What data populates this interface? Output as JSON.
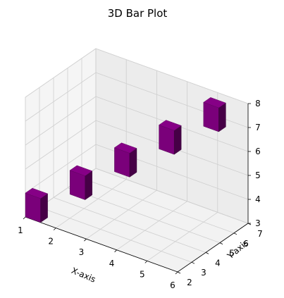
{
  "chart_data": {
    "type": "bar3d",
    "title": "3D Bar Plot",
    "xlabel": "X-axis",
    "ylabel": "Y-axis",
    "zlabel": "",
    "x_ticks": [
      "1",
      "2",
      "3",
      "4",
      "5",
      "6"
    ],
    "y_ticks": [
      "2",
      "3",
      "4",
      "5",
      "6",
      "7"
    ],
    "z_ticks": [
      "3",
      "4",
      "5",
      "6",
      "7",
      "8"
    ],
    "xlim": [
      1,
      6
    ],
    "ylim": [
      2,
      7
    ],
    "zlim": [
      3,
      8
    ],
    "grid": true,
    "bar_color": "#800080",
    "bars": [
      {
        "x": 1,
        "y": 2,
        "z_bottom": 3,
        "dz": 1
      },
      {
        "x": 2,
        "y": 3,
        "z_bottom": 4,
        "dz": 1
      },
      {
        "x": 3,
        "y": 4,
        "z_bottom": 5,
        "dz": 1
      },
      {
        "x": 4,
        "y": 5,
        "z_bottom": 6,
        "dz": 1
      },
      {
        "x": 5,
        "y": 6,
        "z_bottom": 7,
        "dz": 1
      }
    ]
  }
}
